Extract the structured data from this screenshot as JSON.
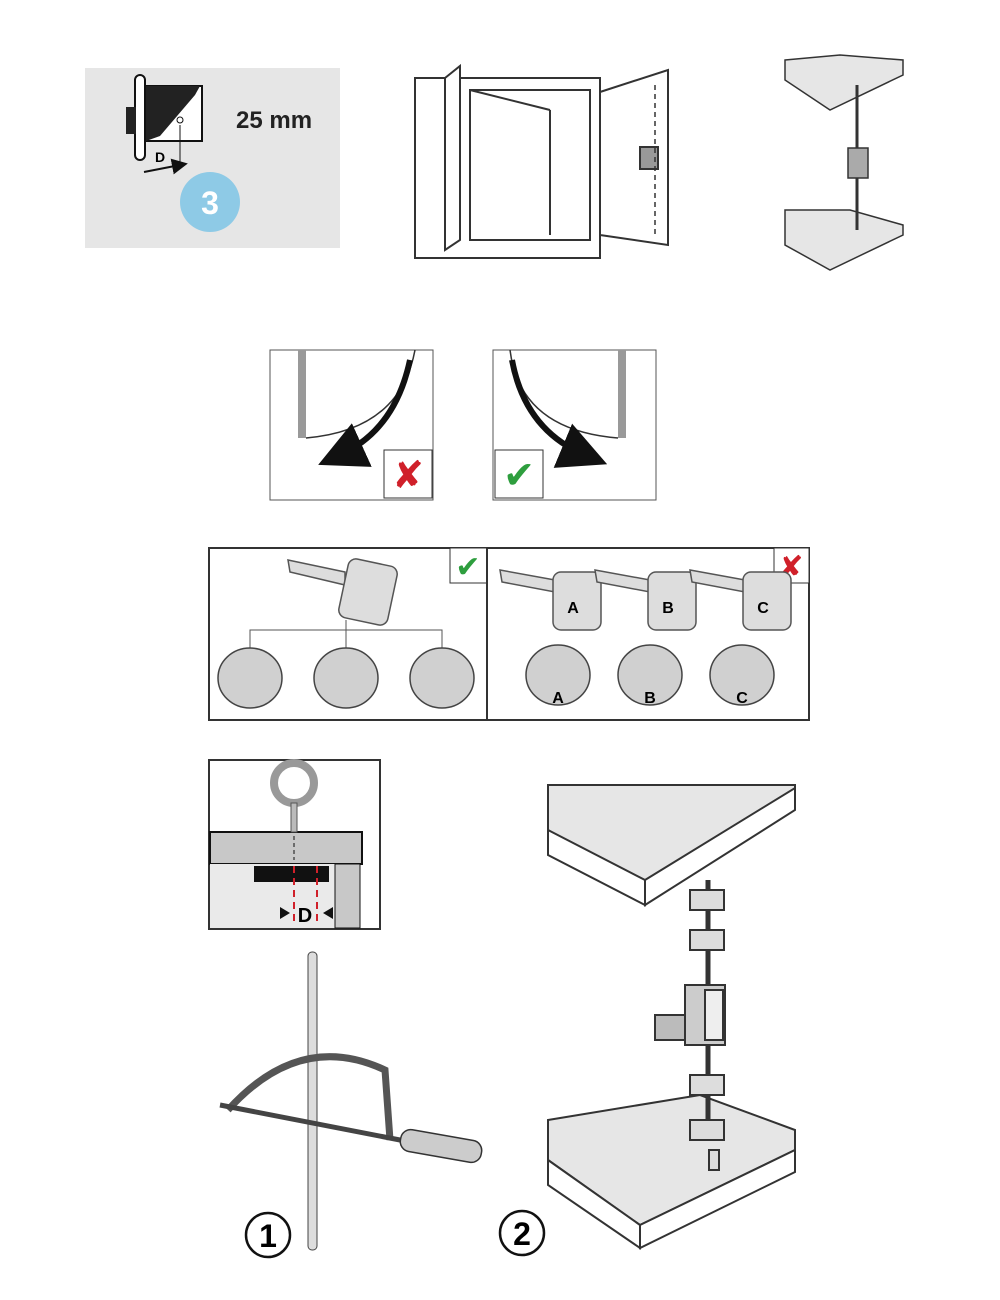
{
  "lock_panel": {
    "dimension_label": "D",
    "backset_value": "25 mm",
    "step_number": "3",
    "badge_color": "#8ecae6"
  },
  "key_panels": {
    "correct_icon": "check-icon",
    "wrong_icon": "cross-icon",
    "key_labels": [
      "A",
      "B",
      "C"
    ],
    "cylinder_labels": [
      "A",
      "B",
      "C"
    ]
  },
  "detail_panel": {
    "dimension_label": "D"
  },
  "steps": {
    "step1": "1",
    "step2": "2"
  },
  "colors": {
    "check": "#2e9e3e",
    "cross": "#d0202a",
    "measure": "#d0202a",
    "panel_bg": "#e6e6e6"
  }
}
